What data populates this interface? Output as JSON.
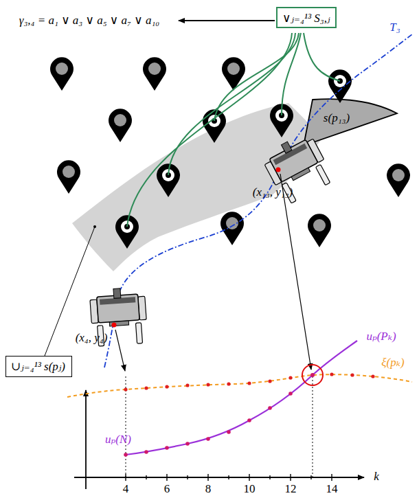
{
  "diagram": {
    "nodes": [
      {
        "text": [
          "∨ⱼ₌₄¹³ S₃,ⱼ"
        ]
      },
      {
        "text": [
          "∪ⱼ₌₄¹³ s(pⱼ)"
        ]
      }
    ],
    "labels": [
      "γ₃,₄ = a₁ ∨ a₃ ∨ a₅ ∨ a₇ ∨ a₁₀",
      "T₃",
      "s(p₁₃)",
      "(x₁₃, y₁₃)",
      "(x₄, y₄)",
      "uₚ(Pₖ)",
      "ξ(pₖ)",
      "uₚ(N)",
      "4",
      "6",
      "8",
      "10",
      "12",
      "14",
      "k"
    ]
  }
}
